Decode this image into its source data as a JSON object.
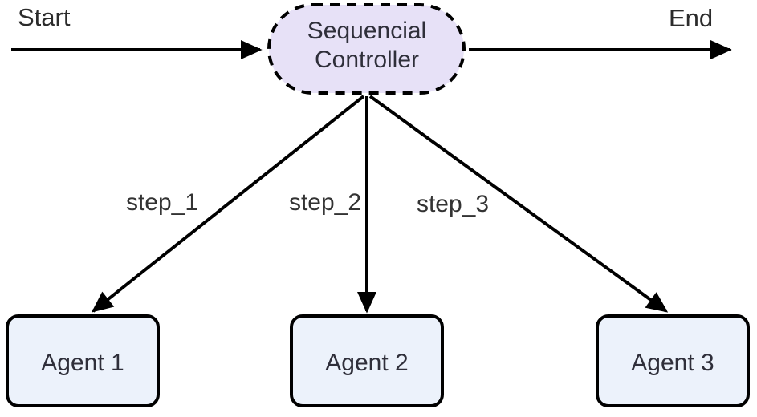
{
  "colors": {
    "background": "#ffffff",
    "edge_line": "#000000",
    "controller_fill": "#e7e1f7",
    "controller_border": "#000000",
    "agent_fill": "#ecf2fb",
    "agent_border": "#000000",
    "node_text": "#2f2f3a",
    "label_text": "#333333"
  },
  "flow": {
    "start_label": "Start",
    "end_label": "End"
  },
  "controller": {
    "label_line1": "Sequencial",
    "label_line2": "Controller",
    "shape": "stadium-dashed"
  },
  "agents": [
    {
      "label": "Agent 1"
    },
    {
      "label": "Agent 2"
    },
    {
      "label": "Agent 3"
    }
  ],
  "edges": [
    {
      "label": "step_1",
      "from": "Sequencial Controller",
      "to": "Agent 1"
    },
    {
      "label": "step_2",
      "from": "Sequencial Controller",
      "to": "Agent 2"
    },
    {
      "label": "step_3",
      "from": "Sequencial Controller",
      "to": "Agent 3"
    }
  ]
}
